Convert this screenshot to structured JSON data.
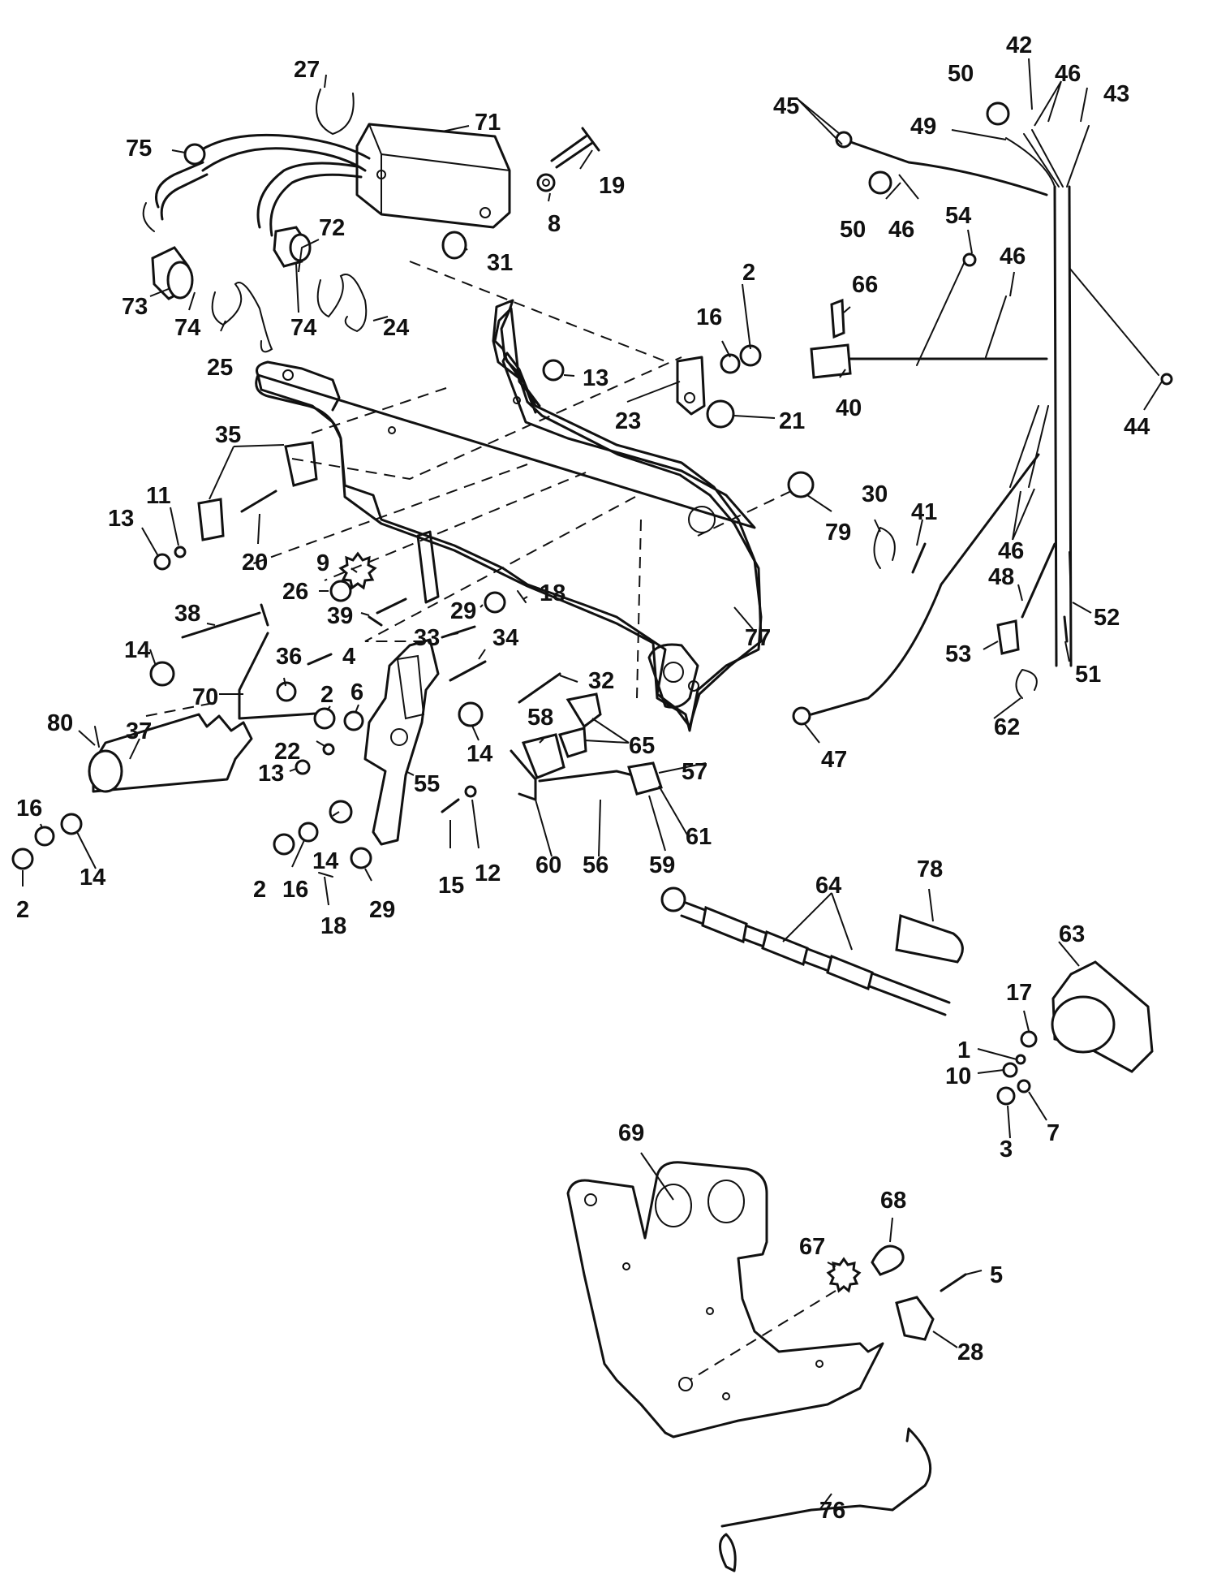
{
  "callouts": [
    {
      "id": "c42",
      "text": "42"
    },
    {
      "id": "c50a",
      "text": "50"
    },
    {
      "id": "c46a",
      "text": "46"
    },
    {
      "id": "c43",
      "text": "43"
    },
    {
      "id": "c45",
      "text": "45"
    },
    {
      "id": "c49",
      "text": "49"
    },
    {
      "id": "c27",
      "text": "27"
    },
    {
      "id": "c71",
      "text": "71"
    },
    {
      "id": "c75",
      "text": "75"
    },
    {
      "id": "c19",
      "text": "19"
    },
    {
      "id": "c8",
      "text": "8"
    },
    {
      "id": "c50b",
      "text": "50"
    },
    {
      "id": "c46b",
      "text": "46"
    },
    {
      "id": "c72",
      "text": "72"
    },
    {
      "id": "c31",
      "text": "31"
    },
    {
      "id": "c54",
      "text": "54"
    },
    {
      "id": "c46c",
      "text": "46"
    },
    {
      "id": "c2a",
      "text": "2"
    },
    {
      "id": "c66",
      "text": "66"
    },
    {
      "id": "c73",
      "text": "73"
    },
    {
      "id": "c74a",
      "text": "74"
    },
    {
      "id": "c74b",
      "text": "74"
    },
    {
      "id": "c24",
      "text": "24"
    },
    {
      "id": "c16a",
      "text": "16"
    },
    {
      "id": "c25",
      "text": "25"
    },
    {
      "id": "c13a",
      "text": "13"
    },
    {
      "id": "c40",
      "text": "40"
    },
    {
      "id": "c23",
      "text": "23"
    },
    {
      "id": "c21",
      "text": "21"
    },
    {
      "id": "c44",
      "text": "44"
    },
    {
      "id": "c35",
      "text": "35"
    },
    {
      "id": "c11",
      "text": "11"
    },
    {
      "id": "c13b",
      "text": "13"
    },
    {
      "id": "c30",
      "text": "30"
    },
    {
      "id": "c41",
      "text": "41"
    },
    {
      "id": "c79",
      "text": "79"
    },
    {
      "id": "c46d",
      "text": "46"
    },
    {
      "id": "c20",
      "text": "20"
    },
    {
      "id": "c9",
      "text": "9"
    },
    {
      "id": "c26",
      "text": "26"
    },
    {
      "id": "c48",
      "text": "48"
    },
    {
      "id": "c39",
      "text": "39"
    },
    {
      "id": "c29a",
      "text": "29"
    },
    {
      "id": "c18a",
      "text": "18"
    },
    {
      "id": "c52",
      "text": "52"
    },
    {
      "id": "c38",
      "text": "38"
    },
    {
      "id": "c33",
      "text": "33"
    },
    {
      "id": "c34",
      "text": "34"
    },
    {
      "id": "c77",
      "text": "77"
    },
    {
      "id": "c14a",
      "text": "14"
    },
    {
      "id": "c36",
      "text": "36"
    },
    {
      "id": "c4",
      "text": "4"
    },
    {
      "id": "c32",
      "text": "32"
    },
    {
      "id": "c53",
      "text": "53"
    },
    {
      "id": "c51",
      "text": "51"
    },
    {
      "id": "c70",
      "text": "70"
    },
    {
      "id": "c2b",
      "text": "2"
    },
    {
      "id": "c6",
      "text": "6"
    },
    {
      "id": "c80",
      "text": "80"
    },
    {
      "id": "c37",
      "text": "37"
    },
    {
      "id": "c58",
      "text": "58"
    },
    {
      "id": "c65",
      "text": "65"
    },
    {
      "id": "c62",
      "text": "62"
    },
    {
      "id": "c22",
      "text": "22"
    },
    {
      "id": "c14b",
      "text": "14"
    },
    {
      "id": "c47",
      "text": "47"
    },
    {
      "id": "c13c",
      "text": "13"
    },
    {
      "id": "c55",
      "text": "55"
    },
    {
      "id": "c57",
      "text": "57"
    },
    {
      "id": "c16b",
      "text": "16"
    },
    {
      "id": "c61",
      "text": "61"
    },
    {
      "id": "c14c",
      "text": "14"
    },
    {
      "id": "c59",
      "text": "59"
    },
    {
      "id": "c60",
      "text": "60"
    },
    {
      "id": "c56",
      "text": "56"
    },
    {
      "id": "c14d",
      "text": "14"
    },
    {
      "id": "c15",
      "text": "15"
    },
    {
      "id": "c12",
      "text": "12"
    },
    {
      "id": "c2c",
      "text": "2"
    },
    {
      "id": "c16c",
      "text": "16"
    },
    {
      "id": "c29b",
      "text": "29"
    },
    {
      "id": "c2d",
      "text": "2"
    },
    {
      "id": "c18b",
      "text": "18"
    },
    {
      "id": "c78",
      "text": "78"
    },
    {
      "id": "c64",
      "text": "64"
    },
    {
      "id": "c63",
      "text": "63"
    },
    {
      "id": "c17",
      "text": "17"
    },
    {
      "id": "c1",
      "text": "1"
    },
    {
      "id": "c10",
      "text": "10"
    },
    {
      "id": "c3",
      "text": "3"
    },
    {
      "id": "c7",
      "text": "7"
    },
    {
      "id": "c69",
      "text": "69"
    },
    {
      "id": "c68",
      "text": "68"
    },
    {
      "id": "c67",
      "text": "67"
    },
    {
      "id": "c5",
      "text": "5"
    },
    {
      "id": "c28",
      "text": "28"
    },
    {
      "id": "c76",
      "text": "76"
    }
  ]
}
